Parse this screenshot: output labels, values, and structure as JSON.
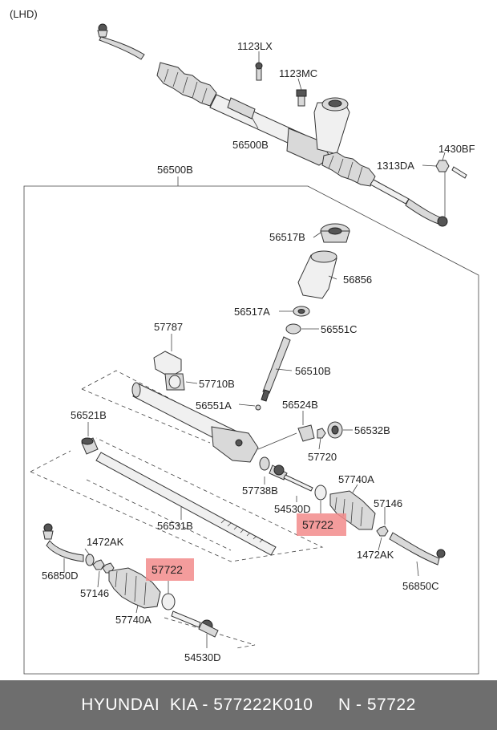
{
  "diagram": {
    "variant": "(LHD)",
    "labels": {
      "p1123LX": "1123LX",
      "p1123MC": "1123MC",
      "p56500B_top": "56500B",
      "p1430BF": "1430BF",
      "p1313DA": "1313DA",
      "p56500B_frame": "56500B",
      "p56517B": "56517B",
      "p56856": "56856",
      "p56517A": "56517A",
      "p56551C": "56551C",
      "p57787": "57787",
      "p56510B": "56510B",
      "p57710B": "57710B",
      "p56551A": "56551A",
      "p56524B": "56524B",
      "p56521B": "56521B",
      "p56532B": "56532B",
      "p57720": "57720",
      "p57740A_right": "57740A",
      "p57738B": "57738B",
      "p57146_right": "57146",
      "p54530D_right": "54530D",
      "p57722_right": "57722",
      "p56531B": "56531B",
      "p1472AK_right": "1472AK",
      "p1472AK_left": "1472AK",
      "p56850D": "56850D",
      "p56850C": "56850C",
      "p57722_left": "57722",
      "p57146_left": "57146",
      "p57740A_left": "57740A",
      "p54530D_left": "54530D"
    }
  },
  "footer": {
    "text": "HYUNDAI  KIA - 577222K010     N - 57722"
  },
  "colors": {
    "highlight": "#f28b8b",
    "footer_bg": "#6e6e6e",
    "footer_text": "#ffffff"
  }
}
